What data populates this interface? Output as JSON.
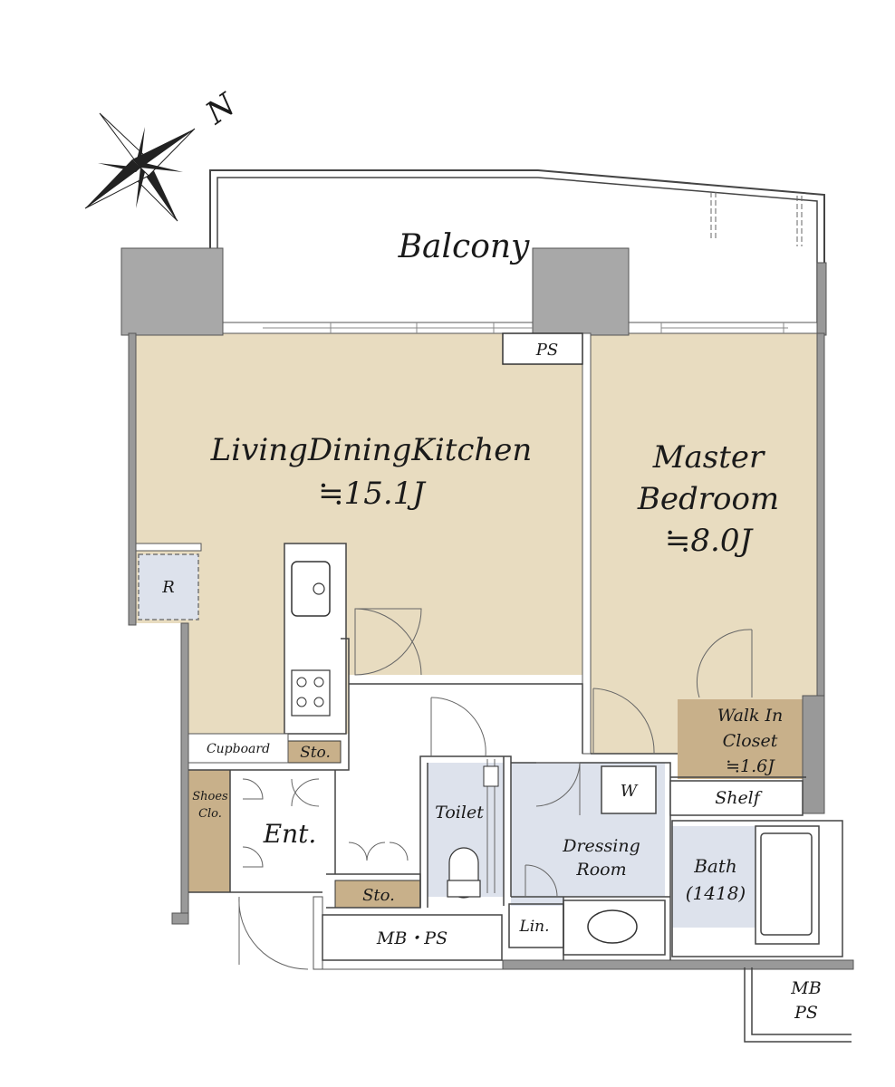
{
  "compass": {
    "north_label": "N"
  },
  "rooms": {
    "balcony": {
      "label": "Balcony"
    },
    "ldk": {
      "name": "LivingDiningKitchen",
      "area": "≒15.1J"
    },
    "master_bedroom": {
      "name_line1": "Master",
      "name_line2": "Bedroom",
      "area": "≒8.0J"
    },
    "walk_in_closet": {
      "name_line1": "Walk In",
      "name_line2": "Closet",
      "area": "≒1.6J"
    },
    "shelf": {
      "label": "Shelf"
    },
    "toilet": {
      "label": "Toilet"
    },
    "dressing_room": {
      "name_line1": "Dressing",
      "name_line2": "Room"
    },
    "washer": {
      "label": "W"
    },
    "bath": {
      "label": "Bath",
      "size": "(1418)"
    },
    "lin": {
      "label": "Lin."
    },
    "entrance": {
      "label": "Ent."
    },
    "shoes_closet": {
      "line1": "Shoes",
      "line2": "Clo."
    },
    "cupboard": {
      "label": "Cupboard"
    },
    "storage_kitchen": {
      "label": "Sto."
    },
    "storage_hall": {
      "label": "Sto."
    },
    "refrigerator": {
      "label": "R"
    },
    "ps_top": {
      "label": "PS"
    },
    "mb_ps_bottom": {
      "label": "MB・PS"
    },
    "mb_ps_outside": {
      "line1": "MB",
      "line2": "PS"
    }
  },
  "colors": {
    "wood_floor": "#e8dcc0",
    "tile_floor": "#dde2ec",
    "storage_brown": "#c8b08a",
    "wall_gray": "#999999",
    "pillar_gray": "#a8a8a8",
    "line": "#333333"
  }
}
